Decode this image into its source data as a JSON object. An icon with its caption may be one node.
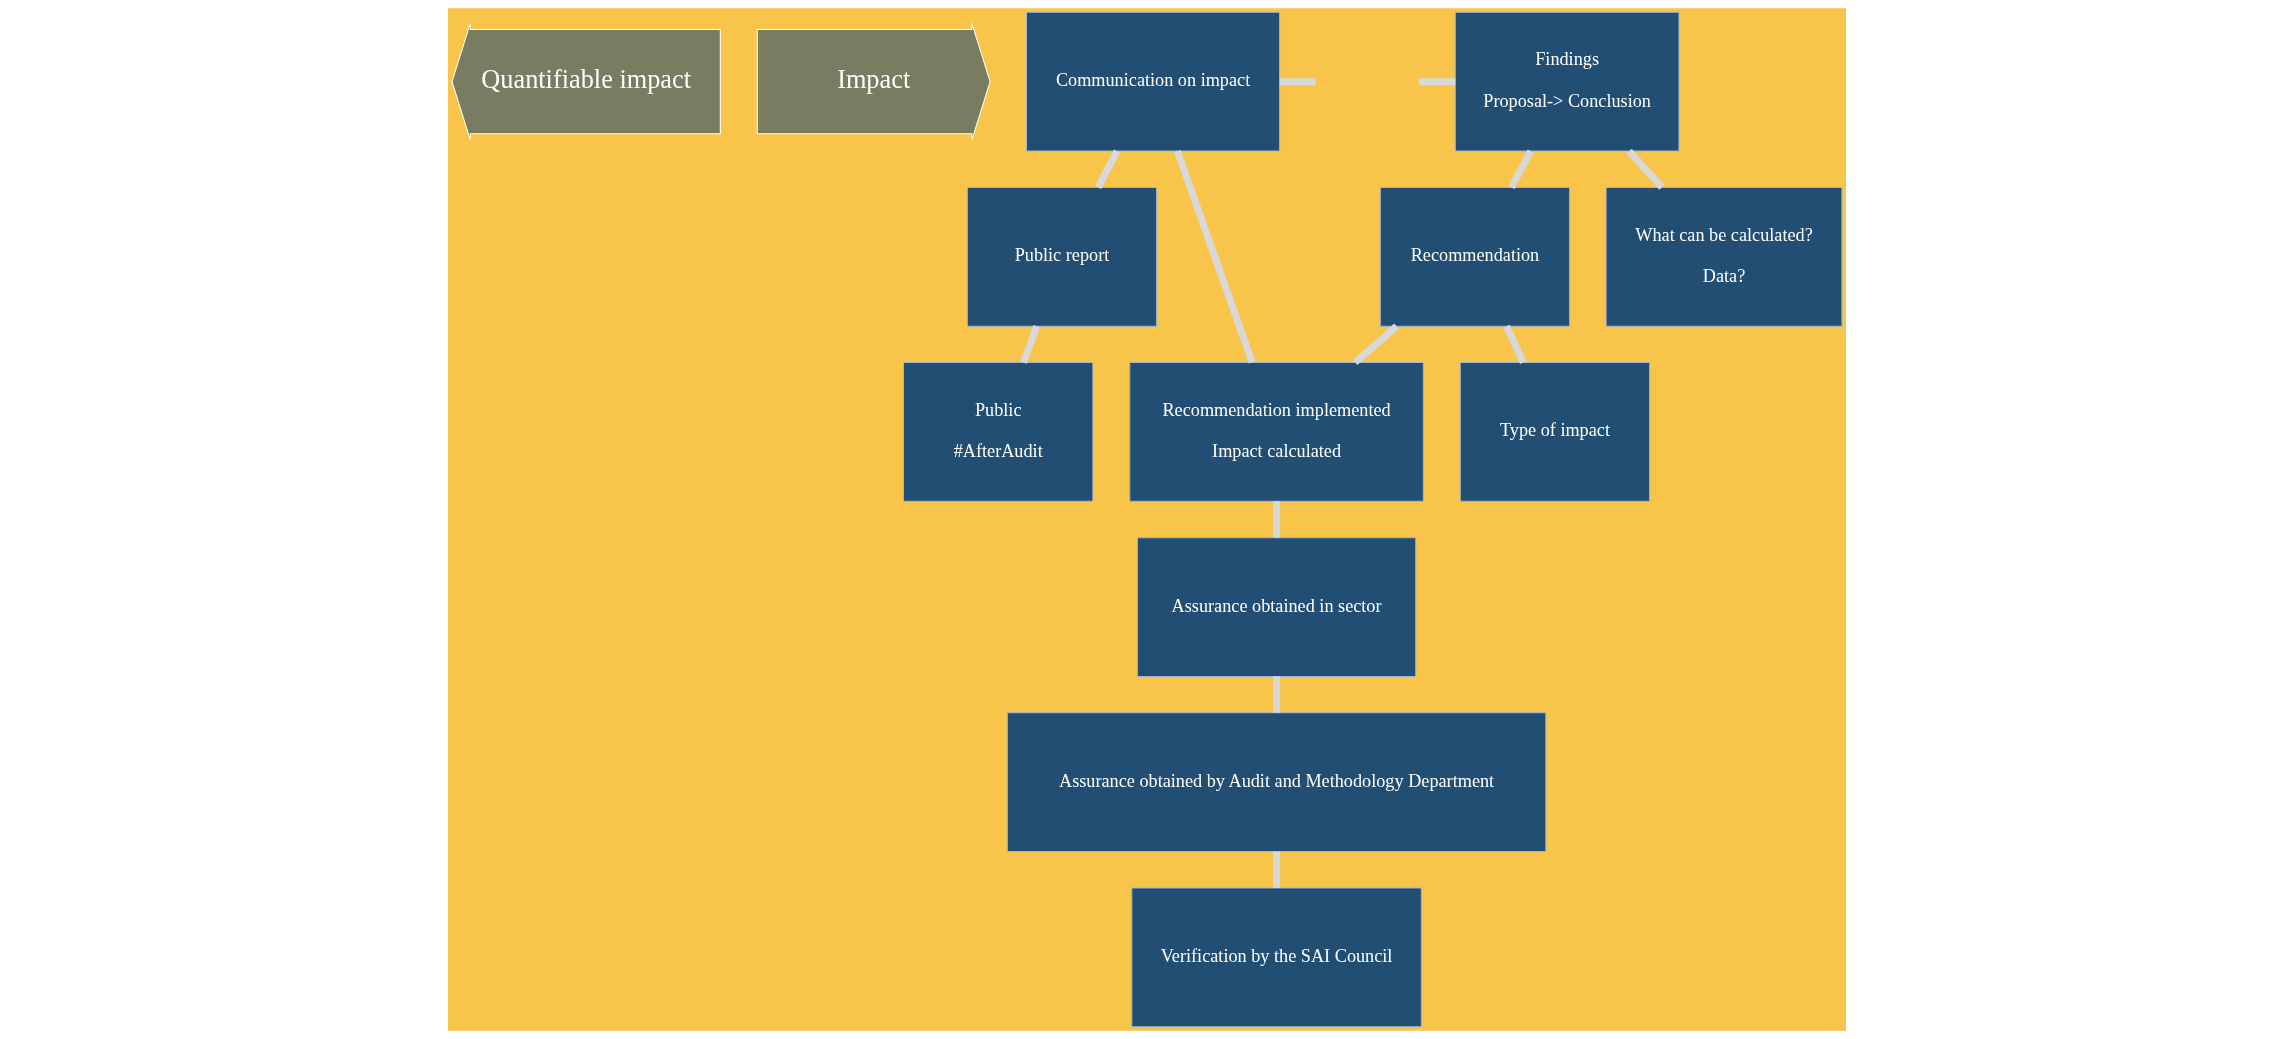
{
  "diagram": {
    "nodes": [
      {
        "text": [
          "Quantifiable impact"
        ]
      },
      {
        "text": [
          "Impact"
        ]
      },
      {
        "text": [
          "Findings",
          "Proposal-> Conclusion"
        ]
      },
      {
        "text": [
          "Recommendation"
        ]
      },
      {
        "text": [
          "Recommendation implemented",
          "Impact calculated"
        ]
      },
      {
        "text": [
          "Communication on impact"
        ]
      },
      {
        "text": [
          "What can be calculated?",
          "Data?"
        ]
      },
      {
        "text": [
          "Type of impact"
        ]
      },
      {
        "text": [
          "Assurance obtained in sector"
        ]
      },
      {
        "text": [
          "Assurance obtained by Audit and Methodology Department"
        ]
      },
      {
        "text": [
          "Verification by the SAI Council"
        ]
      },
      {
        "text": [
          "Public report"
        ]
      },
      {
        "text": [
          "Public",
          "#AfterAudit"
        ]
      }
    ],
    "edges": [
      {
        "from": null,
        "to": 2,
        "arrow": "none"
      },
      {
        "from": 2,
        "to": 3,
        "arrow": "none"
      },
      {
        "from": 3,
        "to": 4,
        "arrow": "none"
      },
      {
        "from": 4,
        "to": 5,
        "arrow": "none"
      },
      {
        "from": 5,
        "to": null,
        "arrow": "none"
      },
      {
        "from": 2,
        "to": 6,
        "arrow": "none"
      },
      {
        "from": 3,
        "to": 7,
        "arrow": "none"
      },
      {
        "from": 4,
        "to": 8,
        "arrow": "none"
      },
      {
        "from": 8,
        "to": 9,
        "arrow": "none"
      },
      {
        "from": 9,
        "to": 10,
        "arrow": "none"
      },
      {
        "from": 5,
        "to": 11,
        "arrow": "none"
      },
      {
        "from": 11,
        "to": 12,
        "arrow": "none"
      }
    ]
  }
}
